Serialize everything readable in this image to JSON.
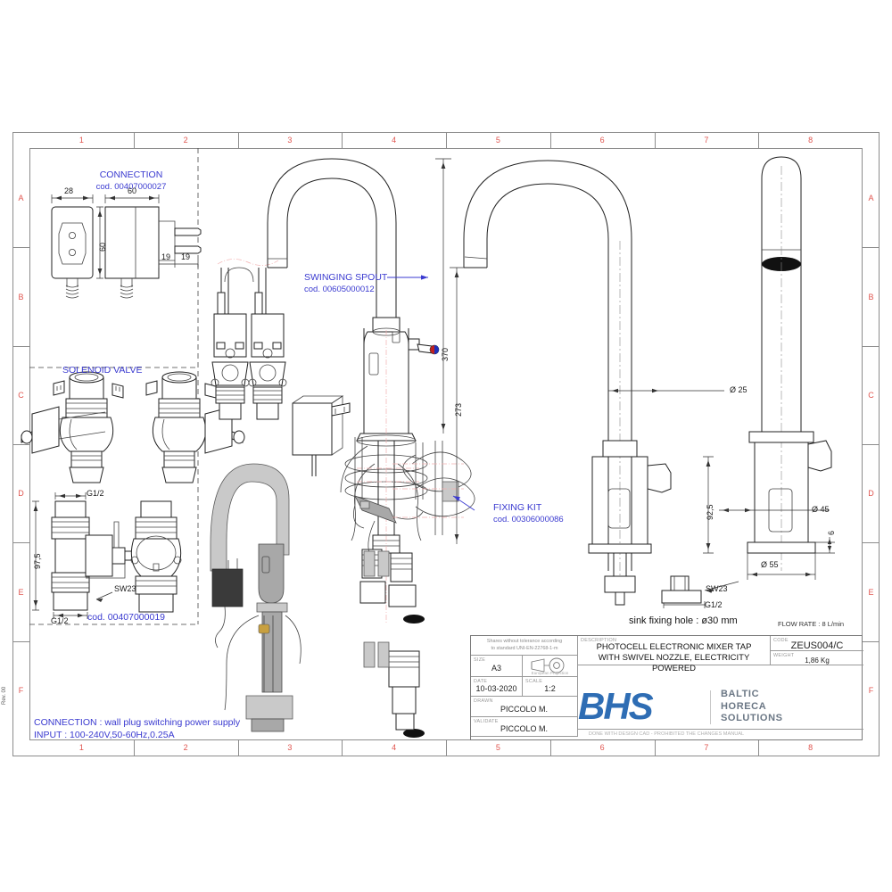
{
  "document": {
    "type": "technical-drawing",
    "sheet_size": "A3",
    "rev": "Rev. 00"
  },
  "frame": {
    "zones_top": [
      "1",
      "2",
      "3",
      "4",
      "5",
      "6",
      "7",
      "8"
    ],
    "zones_bottom": [
      "1",
      "2",
      "3",
      "4",
      "5",
      "6",
      "7",
      "8"
    ],
    "zones_left": [
      "A",
      "B",
      "C",
      "D",
      "E",
      "F"
    ],
    "zones_right": [
      "A",
      "B",
      "C",
      "D",
      "E",
      "F"
    ]
  },
  "callouts": {
    "connection_title": "CONNECTION",
    "connection_code": "cod. 00407000027",
    "solenoid_title": "SOLENOID VALVE",
    "solenoid_code": "cod. 00407000019",
    "swinging_spout_title": "SWINGING SPOUT",
    "swinging_spout_code": "cod. 00605000012",
    "fixing_kit_title": "FIXING KIT",
    "fixing_kit_code": "cod. 00306000086"
  },
  "notes": {
    "connection_note_line1": "CONNECTION : wall plug switching power supply",
    "connection_note_line2": "INPUT : 100-240V,50-60Hz,0.25A",
    "sink_fixing_hole": "sink fixing hole : ø30 mm",
    "flow_rate": "FLOW RATE : 8 L/min",
    "cad_footer": "DONE WITH DESIGN CAD - PROHIBITED THE CHANGES MANUAL"
  },
  "dimensions": {
    "connection_width": "28",
    "connection_body": "60",
    "connection_height": "60",
    "pin_a": "19",
    "pin_b": "19",
    "solenoid_height": "97,5",
    "thread_top": "G1/2",
    "thread_bottom": "G1/2",
    "spanner_solenoid": "SW23",
    "spout_height": "370",
    "body_height": "273",
    "spout_diameter": "Ø 25",
    "base_height": "92,5",
    "body_diameter": "Ø 45",
    "flange_thickness": "6",
    "flange_diameter": "Ø 55",
    "tail_thread": "G1/2",
    "tail_spanner": "SW23"
  },
  "title_block": {
    "tolerance_note_l1": "Shares without tolerance according",
    "tolerance_note_l2": "to standard  UNI-EN-22768-1-m",
    "size_header": "SIZE",
    "size_value": "A3",
    "projection_label": "European Projection",
    "date_header": "DATE",
    "date_value": "10-03-2020",
    "scale_header": "SCALE",
    "scale_value": "1:2",
    "drawn_header": "DRAWN",
    "drawn_value": "PICCOLO M.",
    "validate_header": "VALIDATE",
    "validate_value": "PICCOLO M.",
    "description_header": "DESCRIPTION",
    "description_l1": "PHOTOCELL ELECTRONIC MIXER TAP",
    "description_l2": "WITH SWIVEL NOZZLE, ELECTRICITY POWERED",
    "code_header": "CODE",
    "code_value": "ZEUS004/C",
    "weight_header": "WEIGHT",
    "weight_value": "1,86 Kg"
  },
  "logo": {
    "mark": "BHS",
    "tagline_l1": "BALTIC",
    "tagline_l2": "HORECA",
    "tagline_l3": "SOLUTIONS",
    "brand_color": "#2E6DB4",
    "tagline_color": "#6b7785"
  },
  "colors": {
    "annotation_blue": "#3a3ad0",
    "zone_red": "#e0554f",
    "line": "#222222",
    "hot_marker": "#d03020",
    "cold_marker": "#2030c0"
  }
}
